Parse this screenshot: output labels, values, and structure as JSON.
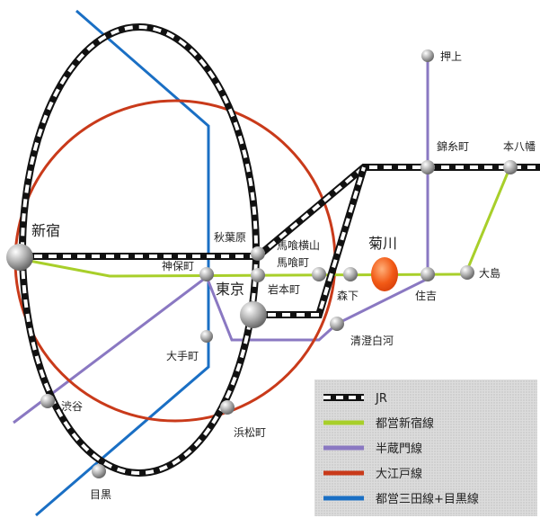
{
  "colors": {
    "jr": "#111111",
    "shinjuku": "#a8cf2a",
    "hanzomon": "#8a78c2",
    "oedo": "#c93a1a",
    "mita_meguro": "#1a6fc4",
    "highlight": "#f25a16"
  },
  "stations": {
    "oshiage": "押上",
    "kinshicho": "錦糸町",
    "motoyawata": "本八幡",
    "shinjuku": "新宿",
    "akihabara": "秋葉原",
    "bakuroyokoyama": "馬喰横山",
    "bakurocho": "馬喰町",
    "jimbocho": "神保町",
    "tokyo": "東京",
    "iwamotocho": "岩本町",
    "kikukawa": "菊川",
    "morishita": "森下",
    "sumiyoshi": "住吉",
    "ojima": "大島",
    "kiyosumishirakawa": "清澄白河",
    "otemachi": "大手町",
    "shibuya": "渋谷",
    "hamamatsucho": "浜松町",
    "meguro": "目黒"
  },
  "legend": {
    "jr": "JR",
    "shinjuku_line": "都営新宿線",
    "hanzomon_line": "半蔵門線",
    "oedo_line": "大江戸線",
    "mita_meguro_line": "都営三田線+目黒線"
  }
}
